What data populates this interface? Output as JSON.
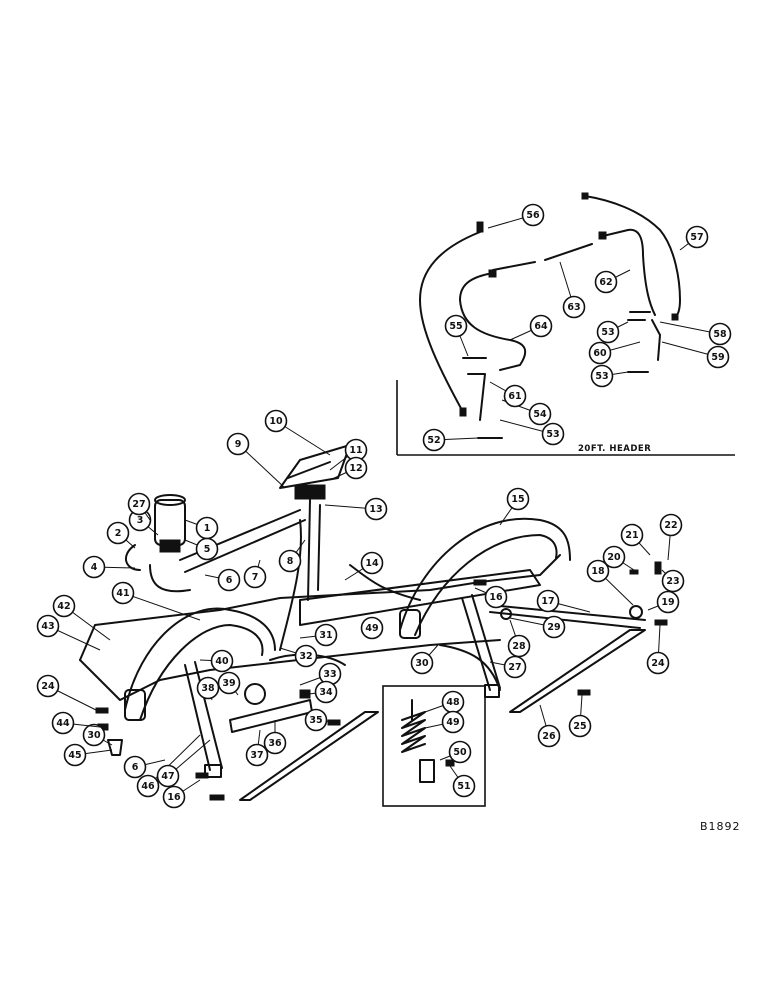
{
  "diagram": {
    "inset_caption": "20FT. HEADER",
    "drawing_number": "B1892",
    "callouts": [
      "1",
      "2",
      "3",
      "4",
      "5",
      "6",
      "7",
      "8",
      "9",
      "10",
      "11",
      "12",
      "13",
      "14",
      "15",
      "16",
      "17",
      "18",
      "19",
      "20",
      "21",
      "22",
      "23",
      "24",
      "25",
      "26",
      "27",
      "28",
      "29",
      "30",
      "31",
      "32",
      "33",
      "34",
      "35",
      "36",
      "37",
      "38",
      "39",
      "40",
      "41",
      "42",
      "43",
      "44",
      "45",
      "46",
      "47",
      "48",
      "49",
      "50",
      "51",
      "52",
      "53",
      "54",
      "55",
      "56",
      "57",
      "58",
      "59",
      "60",
      "61",
      "62",
      "63",
      "64"
    ]
  }
}
